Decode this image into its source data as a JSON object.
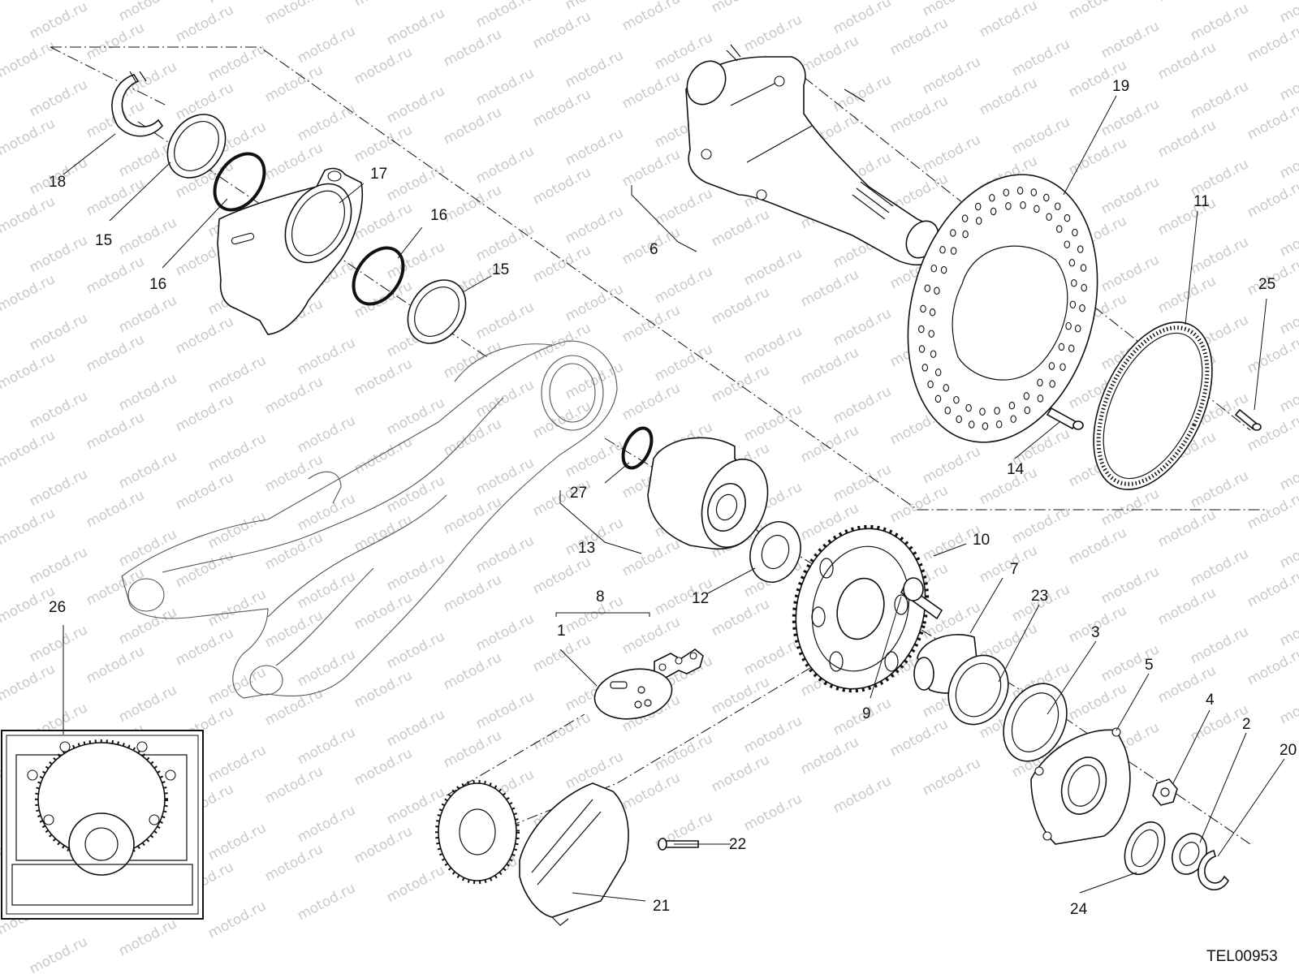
{
  "diagram": {
    "drawing_code": "TEL00953",
    "watermark_text": "motod.ru",
    "callouts": [
      {
        "id": "c1",
        "text": "1"
      },
      {
        "id": "c2",
        "text": "2"
      },
      {
        "id": "c3",
        "text": "3"
      },
      {
        "id": "c4",
        "text": "4"
      },
      {
        "id": "c5",
        "text": "5"
      },
      {
        "id": "c6",
        "text": "6"
      },
      {
        "id": "c7",
        "text": "7"
      },
      {
        "id": "c8",
        "text": "8"
      },
      {
        "id": "c9",
        "text": "9"
      },
      {
        "id": "c10",
        "text": "10"
      },
      {
        "id": "c11",
        "text": "11"
      },
      {
        "id": "c12",
        "text": "12"
      },
      {
        "id": "c13",
        "text": "13"
      },
      {
        "id": "c14",
        "text": "14"
      },
      {
        "id": "c15a",
        "text": "15"
      },
      {
        "id": "c15b",
        "text": "15"
      },
      {
        "id": "c16a",
        "text": "16"
      },
      {
        "id": "c16b",
        "text": "16"
      },
      {
        "id": "c17",
        "text": "17"
      },
      {
        "id": "c18",
        "text": "18"
      },
      {
        "id": "c19",
        "text": "19"
      },
      {
        "id": "c20",
        "text": "20"
      },
      {
        "id": "c21",
        "text": "21"
      },
      {
        "id": "c22",
        "text": "22"
      },
      {
        "id": "c23",
        "text": "23"
      },
      {
        "id": "c24",
        "text": "24"
      },
      {
        "id": "c25",
        "text": "25"
      },
      {
        "id": "c26",
        "text": "26"
      },
      {
        "id": "c27",
        "text": "27"
      }
    ],
    "colors": {
      "line": "#111111",
      "watermark": "#c9c9c9",
      "background": "#ffffff"
    }
  }
}
